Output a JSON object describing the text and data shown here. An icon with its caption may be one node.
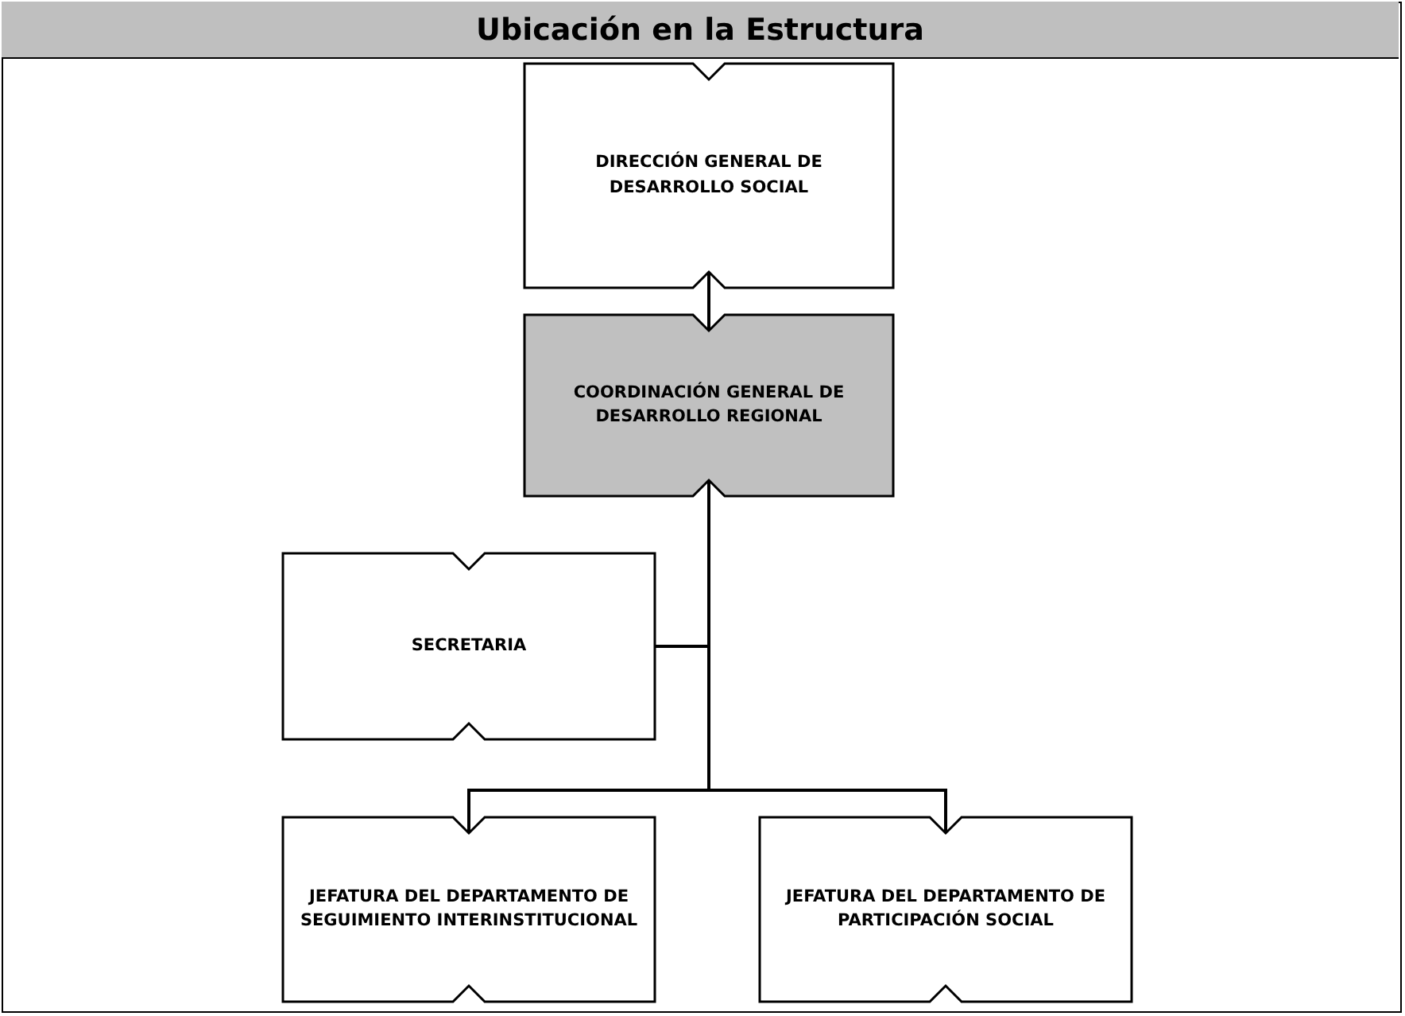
{
  "diagram": {
    "title": "Ubicación en la Estructura",
    "nodes": [
      {
        "text": [
          "DIRECCIÓN GENERAL DE DESARROLLO SOCIAL"
        ]
      },
      {
        "text": [
          "COORDINACIÓN GENERAL DE DESARROLLO REGIONAL"
        ]
      },
      {
        "text": [
          "SECRETARIA"
        ]
      },
      {
        "text": [
          "JEFATURA DEL DEPARTAMENTO DE SEGUIMIENTO INTERINSTITUCIONAL"
        ]
      },
      {
        "text": [
          "JEFATURA DEL DEPARTAMENTO DE PARTICIPACIÓN SOCIAL"
        ]
      }
    ],
    "edges": [
      {
        "from": 0,
        "to": 1,
        "arrow": "none"
      },
      {
        "from": 1,
        "to": 2,
        "arrow": "none"
      },
      {
        "from": 1,
        "to": 3,
        "arrow": "none"
      },
      {
        "from": 1,
        "to": 4,
        "arrow": "none"
      }
    ]
  }
}
